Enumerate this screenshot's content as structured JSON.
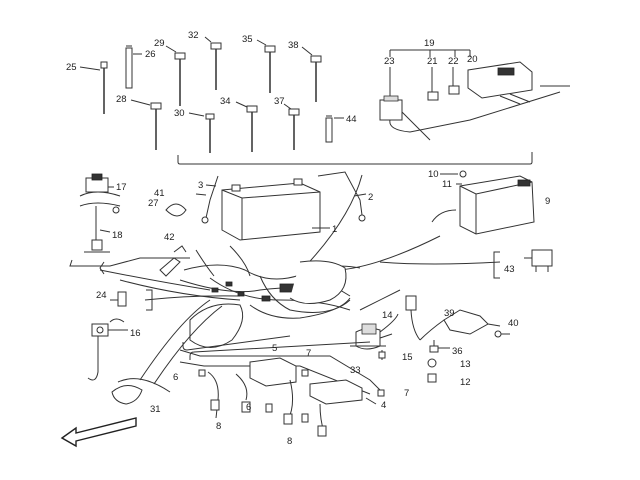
{
  "labels": {
    "p1": "1",
    "p2": "2",
    "p3": "3",
    "p4": "4",
    "p5": "5",
    "p6a": "6",
    "p6b": "6",
    "p7a": "7",
    "p7b": "7",
    "p8a": "8",
    "p8b": "8",
    "p9": "9",
    "p10": "10",
    "p11": "11",
    "p12": "12",
    "p13": "13",
    "p14": "14",
    "p15": "15",
    "p16": "16",
    "p17": "17",
    "p18": "18",
    "p19": "19",
    "p20": "20",
    "p21": "21",
    "p22": "22",
    "p23": "23",
    "p24": "24",
    "p25": "25",
    "p26": "26",
    "p27": "27",
    "p28": "28",
    "p29": "29",
    "p30": "30",
    "p31": "31",
    "p32": "32",
    "p33": "33",
    "p34": "34",
    "p35": "35",
    "p36": "36",
    "p37": "37",
    "p38": "38",
    "p39": "39",
    "p40": "40",
    "p41": "41",
    "p42": "42",
    "p43": "43",
    "p44": "44"
  }
}
